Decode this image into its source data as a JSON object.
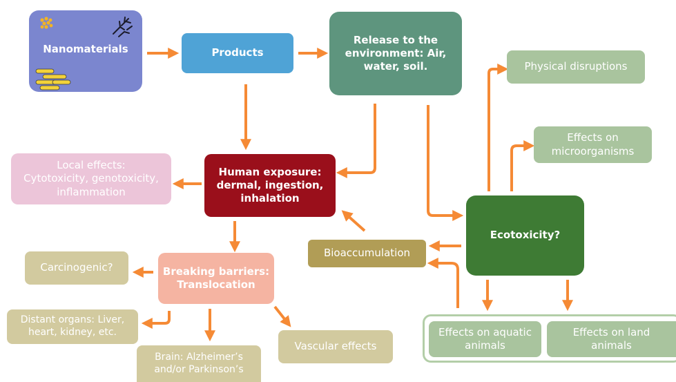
{
  "colors": {
    "arrow": "#f58a35",
    "nanomaterials_fill": "#7b86cf",
    "products_fill": "#4fa3d6",
    "release_fill": "#5e957e",
    "human_fill": "#9a0f1b",
    "ecotox_fill": "#3e7b34",
    "bioacc_fill": "#b19d56",
    "local_fill": "#ecc5d9",
    "breaking_fill": "#f5b4a2",
    "tan_fill": "#d2ca9f",
    "green_light_fill": "#a9c49e",
    "group_border": "#b3cea8"
  },
  "nodes": {
    "nanomaterials": "Nanomaterials",
    "products": "Products",
    "release": "Release to the\nenvironment: Air,\nwater, soil.",
    "human": "Human exposure:\ndermal, ingestion,\ninhalation",
    "local": "Local effects:\nCytotoxicity, genotoxicity,\ninflammation",
    "breaking": "Breaking barriers:\nTranslocation",
    "carcinogenic": "Carcinogenic?",
    "distant": "Distant organs: Liver,\nheart, kidney, etc.",
    "brain": "Brain: Alzheimer’s\nand/or Parkinson’s",
    "vascular": "Vascular effects",
    "bioaccumulation": "Bioaccumulation",
    "ecotoxicity": "Ecotoxicity?",
    "physical": "Physical disruptions",
    "microorganisms": "Effects on\nmicroorganisms",
    "aquatic": "Effects on aquatic\nanimals",
    "land": "Effects on land\nanimals"
  },
  "icons": [
    "nanoparticle-dots-icon",
    "nanotube-branches-icon",
    "nanorods-icon"
  ]
}
